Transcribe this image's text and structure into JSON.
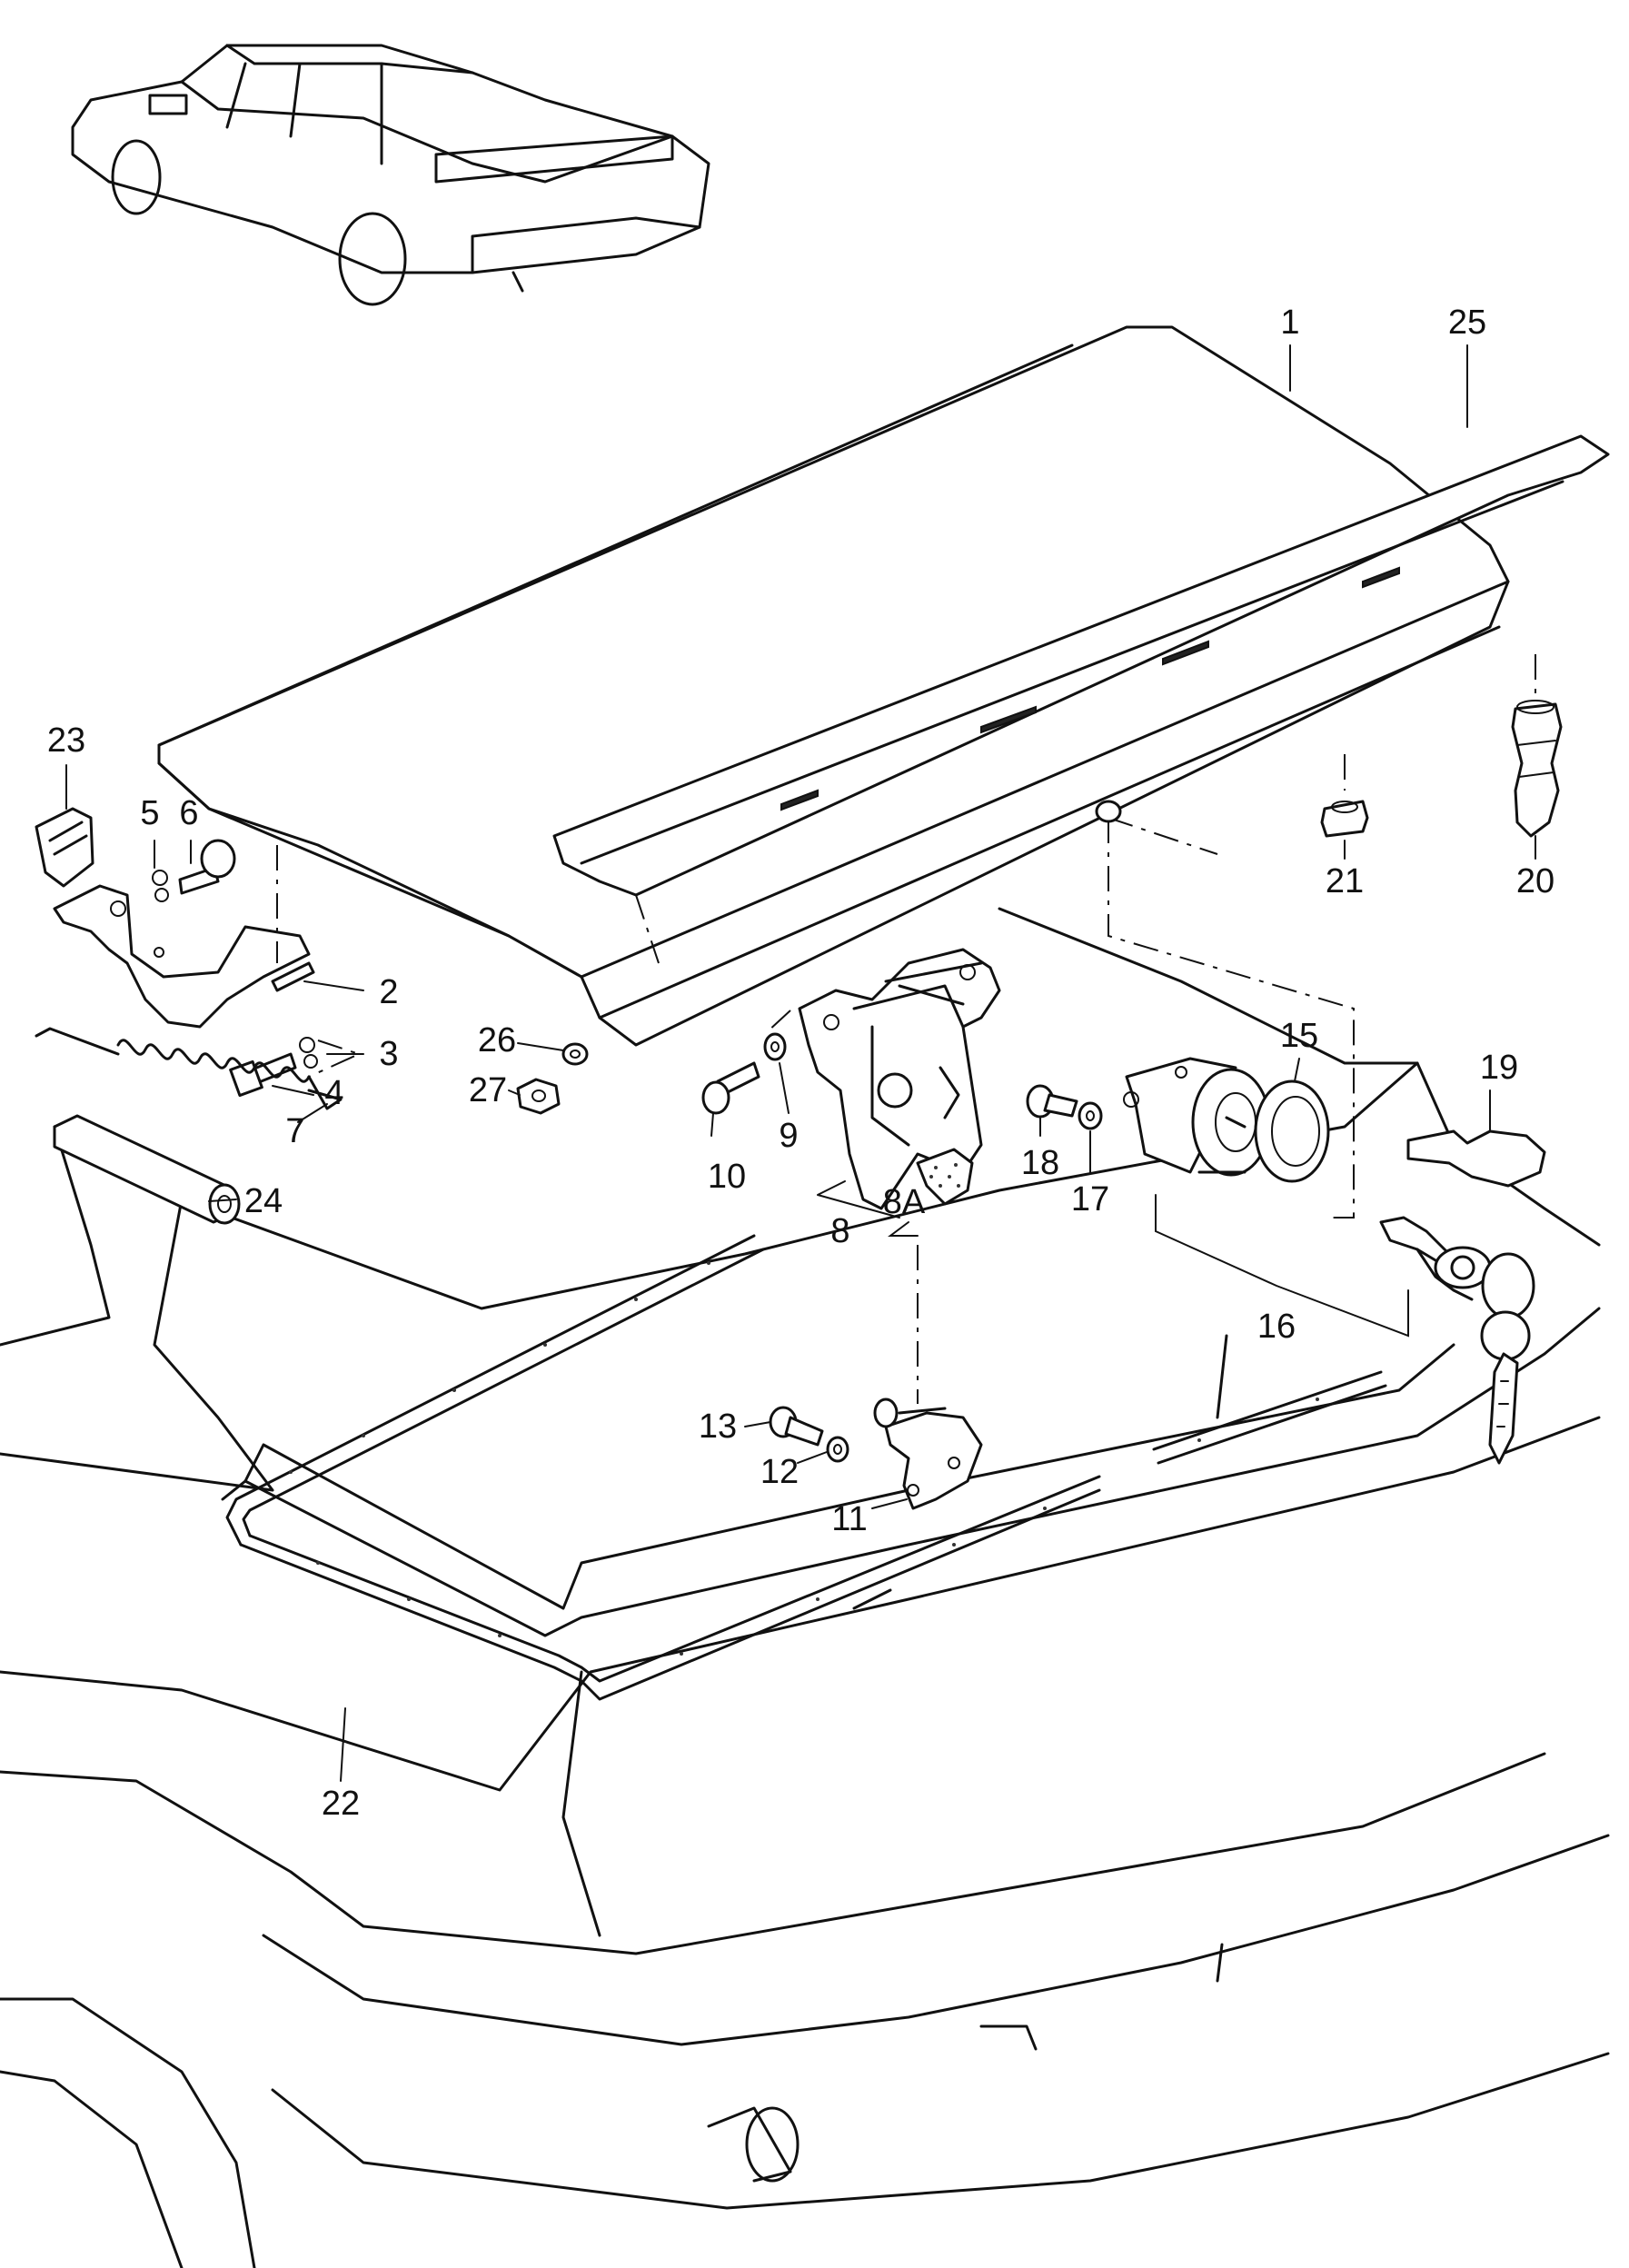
{
  "diagram": {
    "callouts": [
      {
        "id": "c1",
        "text": "1"
      },
      {
        "id": "c25",
        "text": "25"
      },
      {
        "id": "c23",
        "text": "23"
      },
      {
        "id": "c5",
        "text": "5"
      },
      {
        "id": "c6",
        "text": "6"
      },
      {
        "id": "c2",
        "text": "2"
      },
      {
        "id": "c3",
        "text": "3"
      },
      {
        "id": "c4",
        "text": "4"
      },
      {
        "id": "c7",
        "text": "7"
      },
      {
        "id": "c24",
        "text": "24"
      },
      {
        "id": "c26",
        "text": "26"
      },
      {
        "id": "c27",
        "text": "27"
      },
      {
        "id": "c10",
        "text": "10"
      },
      {
        "id": "c9",
        "text": "9"
      },
      {
        "id": "c8",
        "text": "8"
      },
      {
        "id": "c8A",
        "text": "8A"
      },
      {
        "id": "c18",
        "text": "18"
      },
      {
        "id": "c17",
        "text": "17"
      },
      {
        "id": "c15",
        "text": "15"
      },
      {
        "id": "c16",
        "text": "16"
      },
      {
        "id": "c19",
        "text": "19"
      },
      {
        "id": "c21",
        "text": "21"
      },
      {
        "id": "c20",
        "text": "20"
      },
      {
        "id": "c13",
        "text": "13"
      },
      {
        "id": "c12",
        "text": "12"
      },
      {
        "id": "c11",
        "text": "11"
      },
      {
        "id": "c22",
        "text": "22"
      }
    ]
  }
}
